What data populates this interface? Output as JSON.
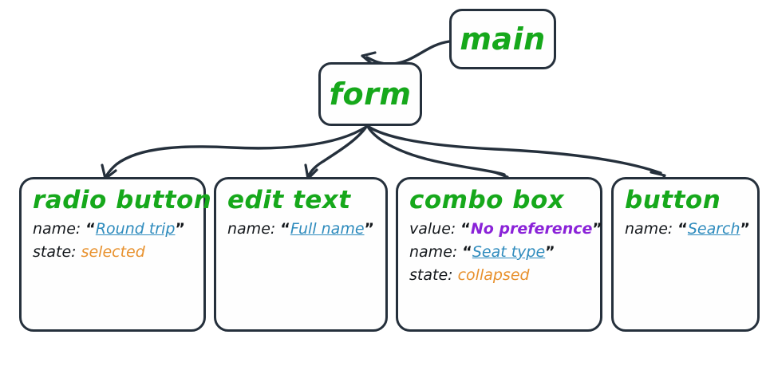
{
  "diagram": {
    "type": "accessibility-tree",
    "colors": {
      "node_title": "#16a81b",
      "property_key": "#14181c",
      "name_value": "#2e8bbd",
      "value_value": "#8a22d8",
      "state_value": "#e8912d",
      "stroke": "#25303c",
      "background": "#ffffff"
    },
    "nodes": [
      {
        "id": "main",
        "title": "main",
        "properties": []
      },
      {
        "id": "form",
        "title": "form",
        "properties": []
      },
      {
        "id": "radio_button",
        "title": "radio button",
        "properties": [
          {
            "key": "name:",
            "value": "Round trip",
            "kind": "name",
            "quoted": true
          },
          {
            "key": "state:",
            "value": "selected",
            "kind": "state",
            "quoted": false
          }
        ]
      },
      {
        "id": "edit_text",
        "title": "edit text",
        "properties": [
          {
            "key": "name:",
            "value": "Full name",
            "kind": "name",
            "quoted": true
          }
        ]
      },
      {
        "id": "combo_box",
        "title": "combo box",
        "properties": [
          {
            "key": "value:",
            "value": "No preference",
            "kind": "value",
            "quoted": true
          },
          {
            "key": "name:",
            "value": "Seat type",
            "kind": "name",
            "quoted": true
          },
          {
            "key": "state:",
            "value": "collapsed",
            "kind": "state",
            "quoted": false
          }
        ]
      },
      {
        "id": "button",
        "title": "button",
        "properties": [
          {
            "key": "name:",
            "value": "Search",
            "kind": "name",
            "quoted": true
          }
        ]
      }
    ],
    "edges": [
      {
        "from": "main",
        "to": "form"
      },
      {
        "from": "form",
        "to": "radio_button"
      },
      {
        "from": "form",
        "to": "edit_text"
      },
      {
        "from": "form",
        "to": "combo_box"
      },
      {
        "from": "form",
        "to": "button"
      }
    ],
    "quotes": {
      "open": "“",
      "close": "”"
    }
  }
}
